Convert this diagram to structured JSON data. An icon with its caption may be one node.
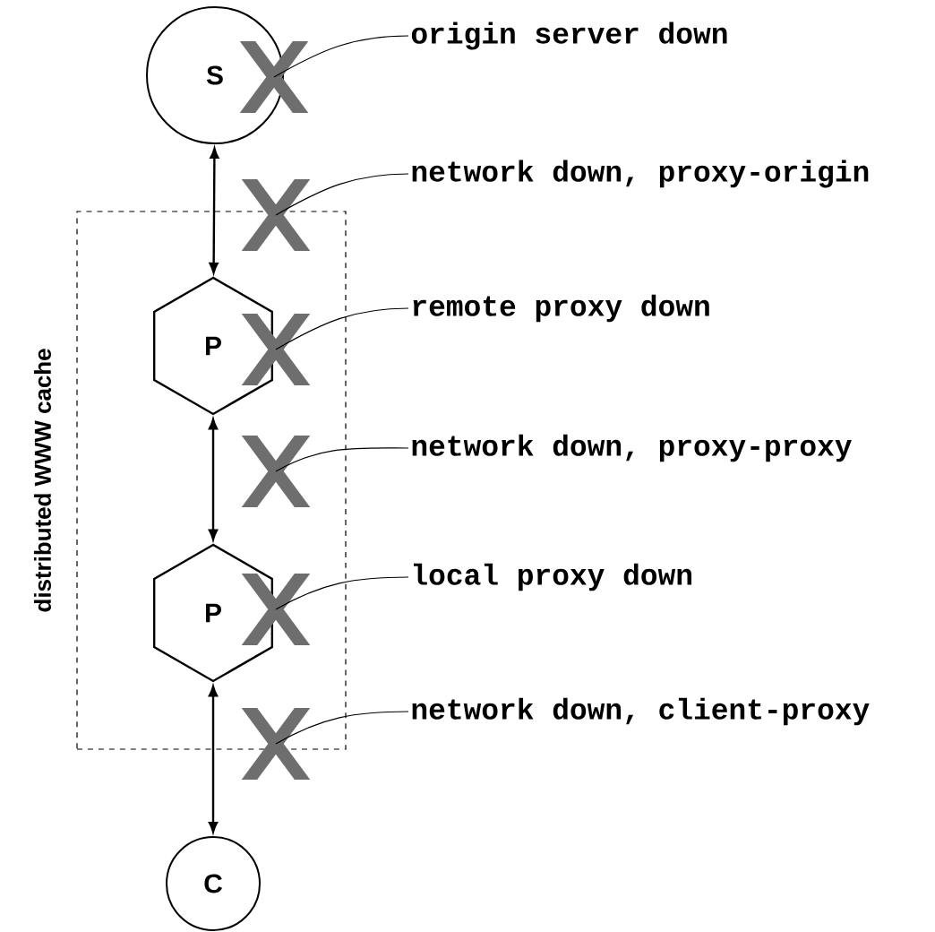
{
  "diagram": {
    "nodes": [
      {
        "text": [
          "distributed WWW cache"
        ]
      },
      {
        "text": [
          "S"
        ]
      },
      {
        "text": [
          "origin server down"
        ]
      },
      {
        "text": [],
        "shape": "cross"
      },
      {
        "text": [
          "network down, proxy-origin"
        ]
      },
      {
        "text": [],
        "shape": "cross"
      },
      {
        "text": [
          "P"
        ],
        "in": 0
      },
      {
        "text": [
          "remote proxy down"
        ]
      },
      {
        "text": [],
        "shape": "cross",
        "in": 0
      },
      {
        "text": [
          "network down, proxy-proxy"
        ]
      },
      {
        "text": [],
        "shape": "cross",
        "in": 0
      },
      {
        "text": [
          "P"
        ],
        "in": 0
      },
      {
        "text": [
          "local proxy down"
        ]
      },
      {
        "text": [],
        "shape": "cross",
        "in": 0
      },
      {
        "text": [
          "network down, client-proxy"
        ]
      },
      {
        "text": [],
        "shape": "cross"
      },
      {
        "text": [
          "C"
        ]
      }
    ],
    "edges": [
      {
        "from": 1,
        "to": 6,
        "arrow": "both"
      },
      {
        "from": 6,
        "to": 11,
        "arrow": "both"
      },
      {
        "from": 11,
        "to": 16,
        "arrow": "both"
      },
      {
        "from": 2,
        "to": 3,
        "arrow": "none"
      },
      {
        "from": 4,
        "to": 5,
        "arrow": "none"
      },
      {
        "from": 7,
        "to": 8,
        "arrow": "none"
      },
      {
        "from": 9,
        "to": 10,
        "arrow": "none"
      },
      {
        "from": 12,
        "to": 13,
        "arrow": "none"
      },
      {
        "from": 14,
        "to": 15,
        "arrow": "none"
      }
    ]
  }
}
